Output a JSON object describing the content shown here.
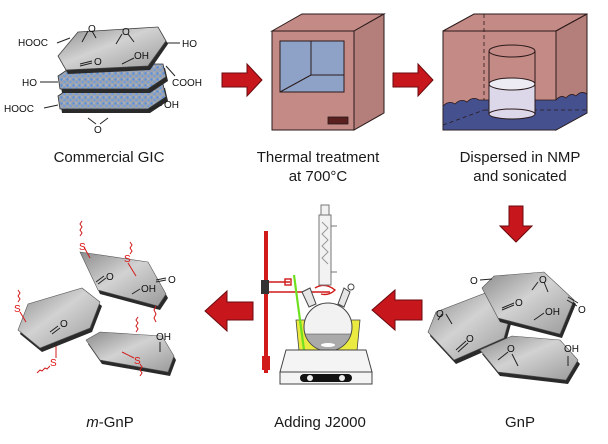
{
  "title": "Preparation scheme of m-GnP",
  "colors": {
    "arrow": "#c8161d",
    "oven": "#c48a86",
    "oven_window": "#8ea2c8",
    "bath_liquid": "#45508f",
    "sheet": "#a8a8a8",
    "intercalant": "#5a8fe0",
    "jeffamine": "#d11a1a"
  },
  "steps": [
    {
      "id": "gic",
      "caption": "Commercial GIC",
      "row": 1,
      "order": 1
    },
    {
      "id": "thermal",
      "caption_lines": [
        "Thermal treatment",
        "at 700°C"
      ],
      "row": 1,
      "order": 2
    },
    {
      "id": "dispersed",
      "caption_lines": [
        "Dispersed in NMP",
        "and sonicated"
      ],
      "row": 1,
      "order": 3
    },
    {
      "id": "gnp",
      "caption": "GnP",
      "row": 2,
      "order": 4
    },
    {
      "id": "adding",
      "caption": "Adding J2000",
      "row": 2,
      "order": 5
    },
    {
      "id": "mgnp",
      "caption_prefix": "m",
      "caption_suffix": "-GnP",
      "row": 2,
      "order": 6
    }
  ],
  "labels": {
    "gic": {
      "hooc_top": "HOOC",
      "ho_right": "HO",
      "o_epoxy1": "O",
      "o_epoxy2": "O",
      "carbonyl_o": "O",
      "oh_top": "OH",
      "ho_left": "HO",
      "cooh_right": "COOH",
      "hooc_bottom": "HOOC",
      "oh_bottom": "OH",
      "o_bottom": "O"
    },
    "gnp": {
      "o1": "O",
      "o2": "O",
      "o3": "O",
      "oh1": "OH",
      "o4": "O",
      "o5": "O",
      "o6": "O",
      "o7": "O",
      "oh2": "OH"
    },
    "mgnp": {
      "s": "S",
      "o": "O",
      "oh": "OH"
    }
  },
  "arrows": [
    {
      "from": "gic",
      "to": "thermal",
      "direction": "right"
    },
    {
      "from": "thermal",
      "to": "dispersed",
      "direction": "right"
    },
    {
      "from": "dispersed",
      "to": "gnp",
      "direction": "down"
    },
    {
      "from": "gnp",
      "to": "adding",
      "direction": "left"
    },
    {
      "from": "adding",
      "to": "mgnp",
      "direction": "left"
    }
  ]
}
